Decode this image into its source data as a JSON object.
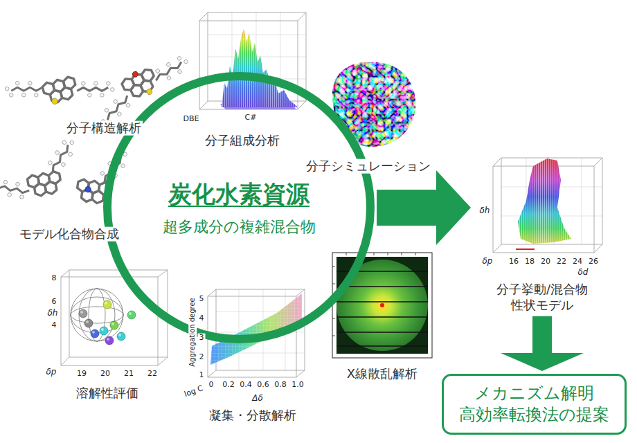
{
  "diagram": {
    "nodes": [
      {
        "text": [
          "炭化水素資源",
          "超多成分の複雑混合物"
        ]
      },
      {
        "text": [
          "分子挙動/混合物 性状モデル"
        ]
      },
      {
        "text": [
          "メカニズム解明 高効率転換法の提案"
        ]
      }
    ],
    "edges": [
      {
        "from": 0,
        "to": 1,
        "arrow": "to"
      },
      {
        "from": 1,
        "to": 2,
        "arrow": "to"
      }
    ],
    "labels": [
      "分子構造解析",
      "分子組成分析",
      "分子シミュレーション",
      "モデル化合物合成",
      "溶解性評価",
      "凝集・分散解析",
      "X線散乱解析",
      "DBE",
      "C#",
      "δh",
      "δp",
      "δd",
      "16",
      "18",
      "20",
      "22",
      "24",
      "26",
      "δh",
      "δp",
      "8",
      "6",
      "4",
      "19",
      "20",
      "21",
      "22",
      "Aggregation degree",
      "log C",
      "Δδ",
      "5",
      "4",
      "3",
      "2",
      "1",
      "0",
      "0.2",
      "0.4",
      "0.6",
      "0.8",
      "1.0"
    ]
  }
}
